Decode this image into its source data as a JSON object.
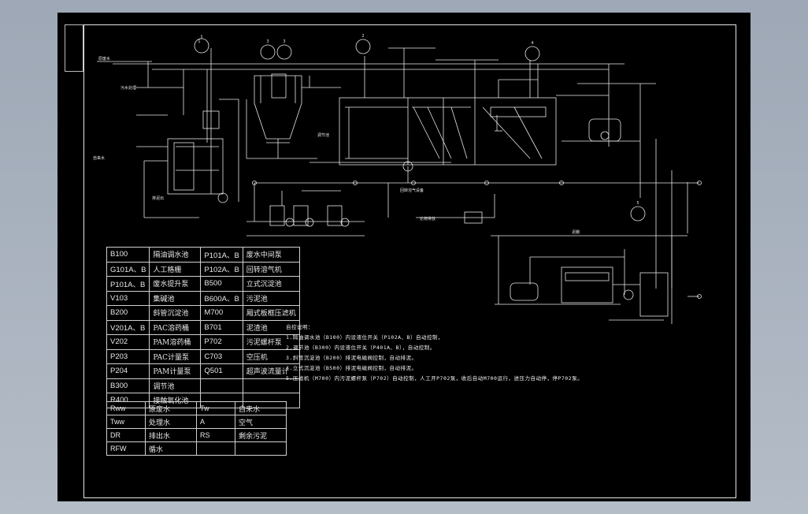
{
  "equipment_legend": [
    {
      "c1": "B100",
      "n1": "隔油调水池",
      "c2": "P101A、B",
      "n2": "废水中间泵"
    },
    {
      "c1": "G101A、B",
      "n1": "人工格栅",
      "c2": "P102A、B",
      "n2": "回转溶气机"
    },
    {
      "c1": "P101A、B",
      "n1": "废水提升泵",
      "c2": "B500",
      "n2": "立式沉淀池"
    },
    {
      "c1": "V103",
      "n1": "集碱池",
      "c2": "B600A、B",
      "n2": "污泥池"
    },
    {
      "c1": "B200",
      "n1": "斜管沉淀池",
      "c2": "M700",
      "n2": "厢式板框压滤机"
    },
    {
      "c1": "V201A、B",
      "n1": "PAC溶药桶",
      "c2": "B701",
      "n2": "泥渣池"
    },
    {
      "c1": "V202",
      "n1": "PAM溶药桶",
      "c2": "P702",
      "n2": "污泥螺杆泵"
    },
    {
      "c1": "P203",
      "n1": "PAC计量泵",
      "c2": "C703",
      "n2": "空压机"
    },
    {
      "c1": "P204",
      "n1": "PAM计量泵",
      "c2": "Q501",
      "n2": "超声波流量计"
    },
    {
      "c1": "B300",
      "n1": "调节池",
      "c2": "",
      "n2": ""
    },
    {
      "c1": "R400",
      "n1": "接触氧化池",
      "c2": "",
      "n2": ""
    }
  ],
  "media_legend": [
    {
      "c1": "Rww",
      "n1": "原废水",
      "c2": "Tw",
      "n2": "自来水"
    },
    {
      "c1": "Tww",
      "n1": "处理水",
      "c2": "A",
      "n2": "空气"
    },
    {
      "c1": "DR",
      "n1": "排出水",
      "c2": "RS",
      "n2": "剩余污泥"
    },
    {
      "c1": "RFW",
      "n1": "循水",
      "c2": "",
      "n2": ""
    }
  ],
  "notes": {
    "title": "自控说明：",
    "lines": [
      "1.隔油调水池（B100）内设液位开关（P102A、B）自动控制，",
      "2.调节池（B300）内设液位开关（P401A、B），自动控制。",
      "3.斜管沉淀池（B200）排泥电磁阀控制，自动排泥。",
      "4.立式沉淀池（B500）排泥电磁阀控制，自动排泥。",
      "5.压滤机（M700）内污泥螺杆泵（P702）自动控制，人工开P702泵，收后自动M700运行，进压力自动停，停P702泵。"
    ]
  },
  "instruments": [
    "1",
    "3",
    "3",
    "2",
    "4",
    "5"
  ],
  "labels": {
    "raw_water": "原废水",
    "tap_water": "自来水",
    "sludge_out": "排泥出",
    "equalization": "调节池",
    "sludge_area": "泥棚",
    "airwater": "回转溶气设备",
    "discharge": "达标排放",
    "label_ww": "污水处理"
  }
}
